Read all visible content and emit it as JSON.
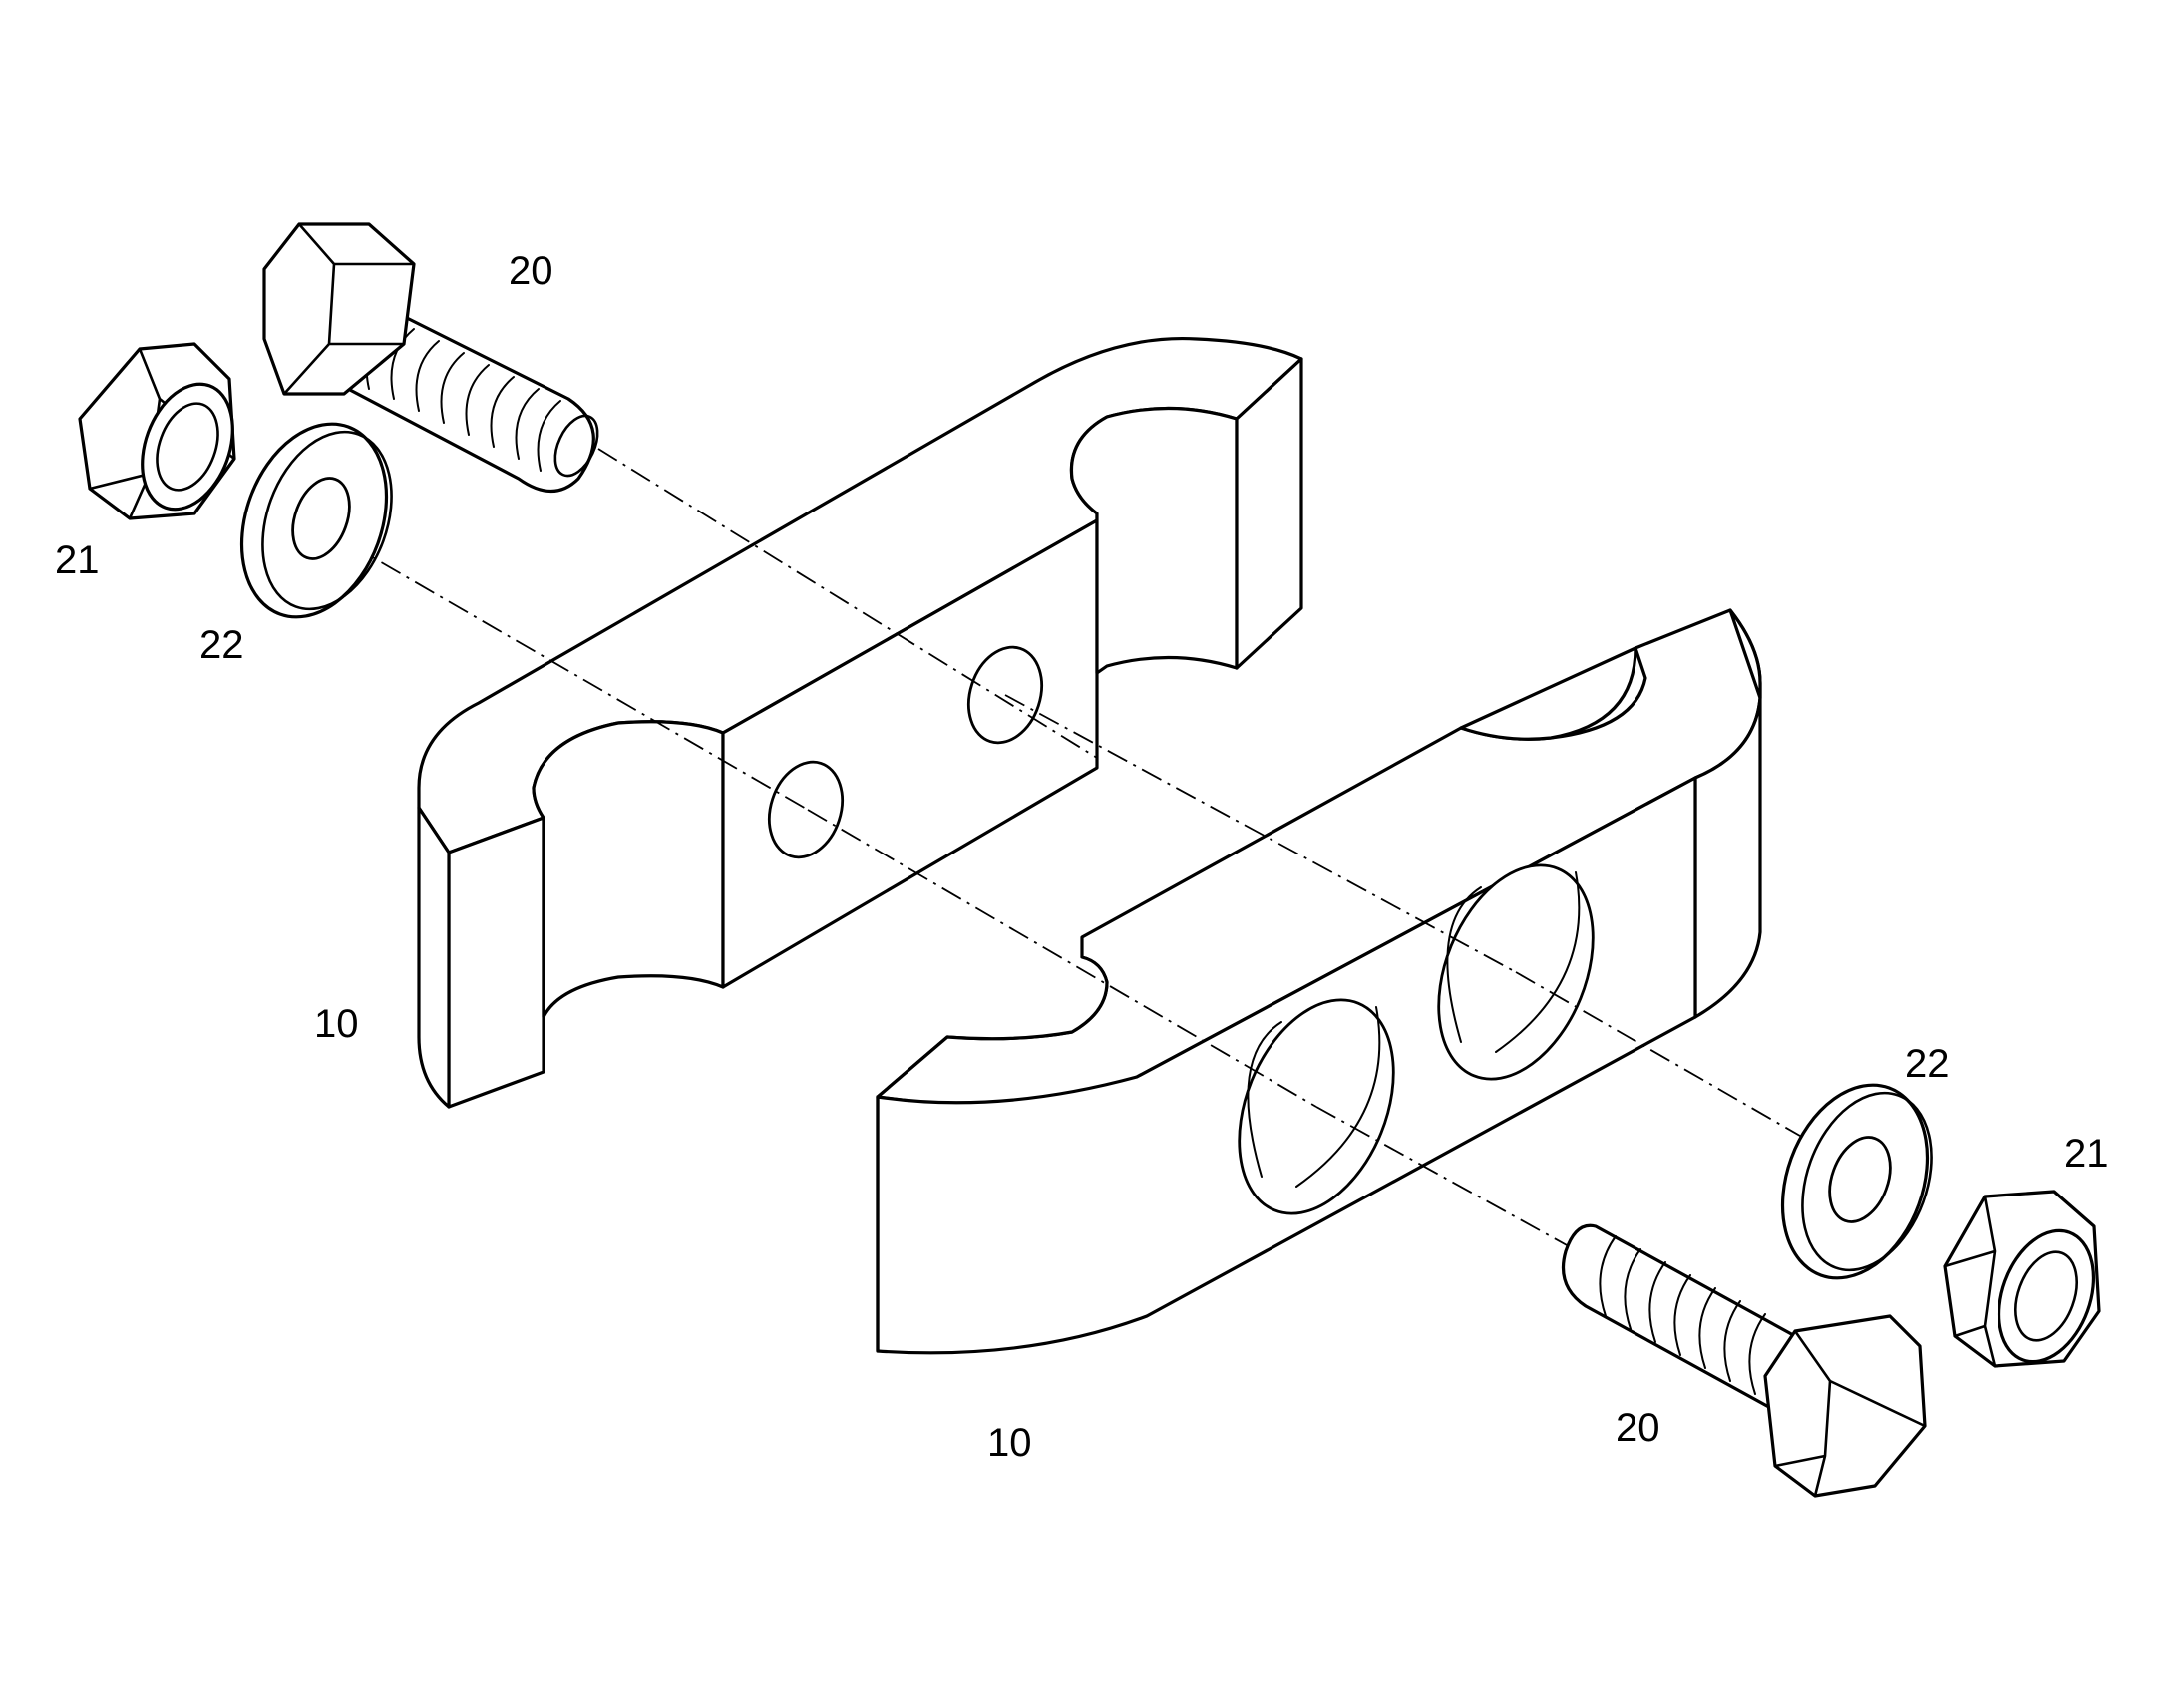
{
  "callouts": {
    "bolt_top": "20",
    "nut_top": "21",
    "washer_top": "22",
    "clamp_back": "10",
    "washer_bottom": "22",
    "nut_bottom": "21",
    "clamp_front": "10",
    "bolt_bottom": "20"
  },
  "colors": {
    "line": "#000000",
    "paper": "#ffffff"
  }
}
